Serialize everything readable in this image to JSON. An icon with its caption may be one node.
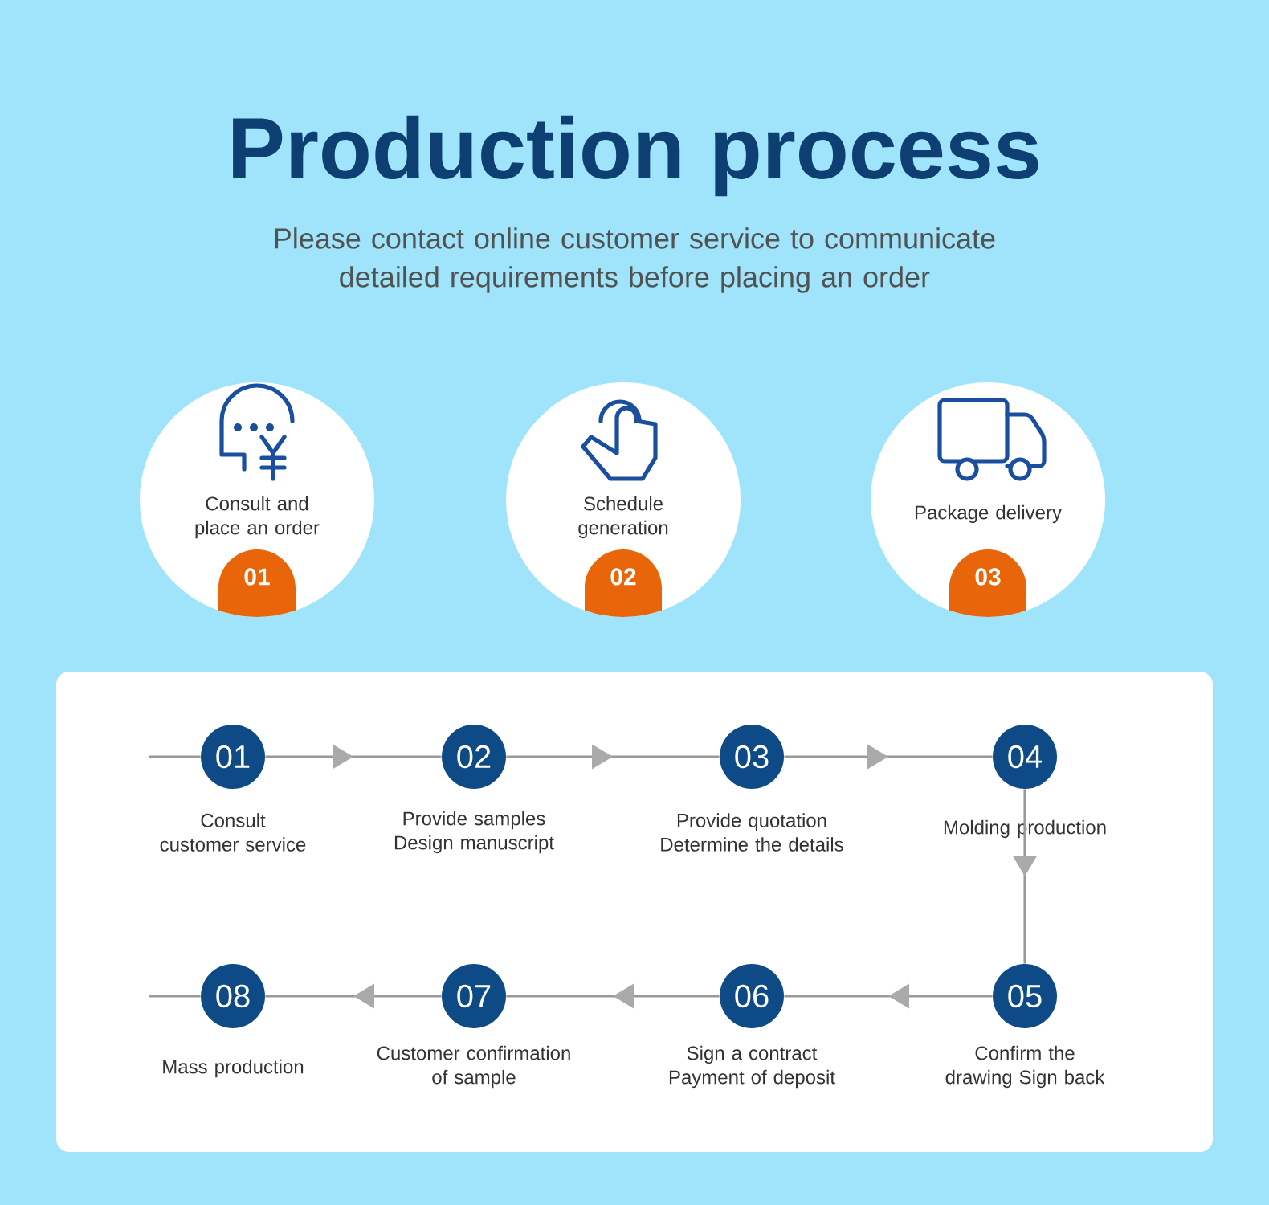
{
  "diagram": {
    "title": "Production process",
    "nodes": [
      {
        "text": [
          "Consult and place an order",
          "01"
        ]
      },
      {
        "text": [
          "Schedule generation",
          "02"
        ]
      },
      {
        "text": [
          "Package delivery",
          "03"
        ]
      },
      {
        "text": [
          "01"
        ],
        "beside": [
          "Consult customer service"
        ]
      },
      {
        "text": [
          "02"
        ],
        "beside": [
          "Provide samples Design manuscript"
        ]
      },
      {
        "text": [
          "03"
        ],
        "beside": [
          "Provide quotation Determine the details"
        ]
      },
      {
        "text": [
          "04"
        ],
        "beside": [
          "Molding production"
        ]
      },
      {
        "text": [
          "05"
        ],
        "beside": [
          "Confirm the drawing Sign back"
        ]
      },
      {
        "text": [
          "06"
        ],
        "beside": [
          "Sign a contract Payment of deposit"
        ]
      },
      {
        "text": [
          "07"
        ],
        "beside": [
          "Customer confirmation of sample"
        ]
      },
      {
        "text": [
          "08"
        ],
        "beside": [
          "Mass production"
        ]
      }
    ],
    "edges": [
      {
        "from": null,
        "to": 3,
        "arrow": "none"
      },
      {
        "from": 3,
        "to": 4,
        "arrow": "to"
      },
      {
        "from": 4,
        "to": 5,
        "arrow": "to"
      },
      {
        "from": 5,
        "to": 6,
        "arrow": "to"
      },
      {
        "from": 6,
        "to": 7,
        "arrow": "to"
      },
      {
        "from": 7,
        "to": 8,
        "arrow": "to"
      },
      {
        "from": 8,
        "to": 9,
        "arrow": "to"
      },
      {
        "from": 9,
        "to": 10,
        "arrow": "to"
      },
      {
        "from": 10,
        "to": null,
        "arrow": "none"
      }
    ],
    "labels": [
      "Please contact online customer service to communicate detailed requirements before placing an order"
    ]
  }
}
